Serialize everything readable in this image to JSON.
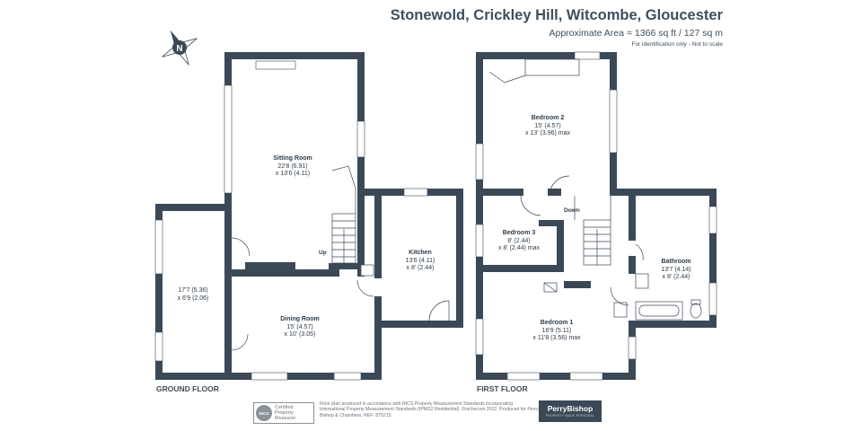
{
  "header": {
    "title": "Stonewold, Crickley Hill, Witcombe, Gloucester",
    "area": "Approximate Area = 1366 sq ft / 127 sq m",
    "note": "For identification only - Not to scale"
  },
  "compass": {
    "letter": "N"
  },
  "floors": {
    "ground": "GROUND FLOOR",
    "first": "FIRST FLOOR"
  },
  "rooms": {
    "sitting": {
      "name": "Sitting Room",
      "dim1": "22'8 (6.91)",
      "dim2": "x 13'6 (4.11)"
    },
    "garage": {
      "dim1": "17'7 (5.36)",
      "dim2": "x 6'9 (2.06)"
    },
    "dining": {
      "name": "Dining Room",
      "dim1": "15' (4.57)",
      "dim2": "x 10' (3.05)"
    },
    "kitchen": {
      "name": "Kitchen",
      "dim1": "13'6 (4.11)",
      "dim2": "x 8' (2.44)"
    },
    "bedroom2": {
      "name": "Bedroom 2",
      "dim1": "15' (4.57)",
      "dim2": "x 13' (3.96) max"
    },
    "bedroom3": {
      "name": "Bedroom 3",
      "dim1": "8' (2.44)",
      "dim2": "x 8' (2.44) max"
    },
    "bathroom": {
      "name": "Bathroom",
      "dim1": "13'7 (4.14)",
      "dim2": "x 8' (2.44)"
    },
    "bedroom1": {
      "name": "Bedroom 1",
      "dim1": "16'9 (5.11)",
      "dim2": "x 11'8 (3.56) max"
    }
  },
  "stairs": {
    "up": "Up",
    "down": "Down"
  },
  "footer": {
    "rics_logo": "RICS",
    "rics_text": [
      "Certified",
      "Property",
      "Measurer"
    ],
    "disclaimer": "Floor plan produced in accordance with RICS Property Measurement Standards incorporating International Property Measurement Standards (IPMS2 Residential). ©nichecom 2022. Produced for Perry Bishop & Chambers.  REF:  875215",
    "brand_name": "PerryBishop",
    "brand_sub": "PROPERTY MADE PERSONAL"
  },
  "colors": {
    "wall": "#3b4957",
    "text": "#3f4f5c",
    "window": "#ffffff"
  }
}
